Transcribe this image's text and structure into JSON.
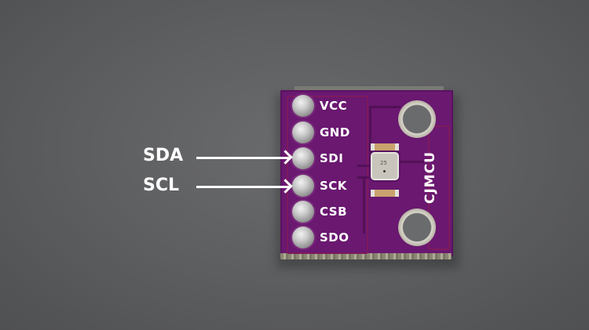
{
  "scene": {
    "description": "Photo of a purple CJMCU breakout board with a 6-pin header and an annotation pointing to I2C pins",
    "background_color": "#5c5d5f",
    "board_color": "#6a1870"
  },
  "board": {
    "silkscreen_brand": "CJMCU",
    "pins": [
      {
        "label": "VCC"
      },
      {
        "label": "GND"
      },
      {
        "label": "SDI"
      },
      {
        "label": "SCK"
      },
      {
        "label": "CSB"
      },
      {
        "label": "SDO"
      }
    ]
  },
  "annotations": [
    {
      "label": "SDA",
      "points_to": "SDI"
    },
    {
      "label": "SCL",
      "points_to": "SCK"
    }
  ]
}
